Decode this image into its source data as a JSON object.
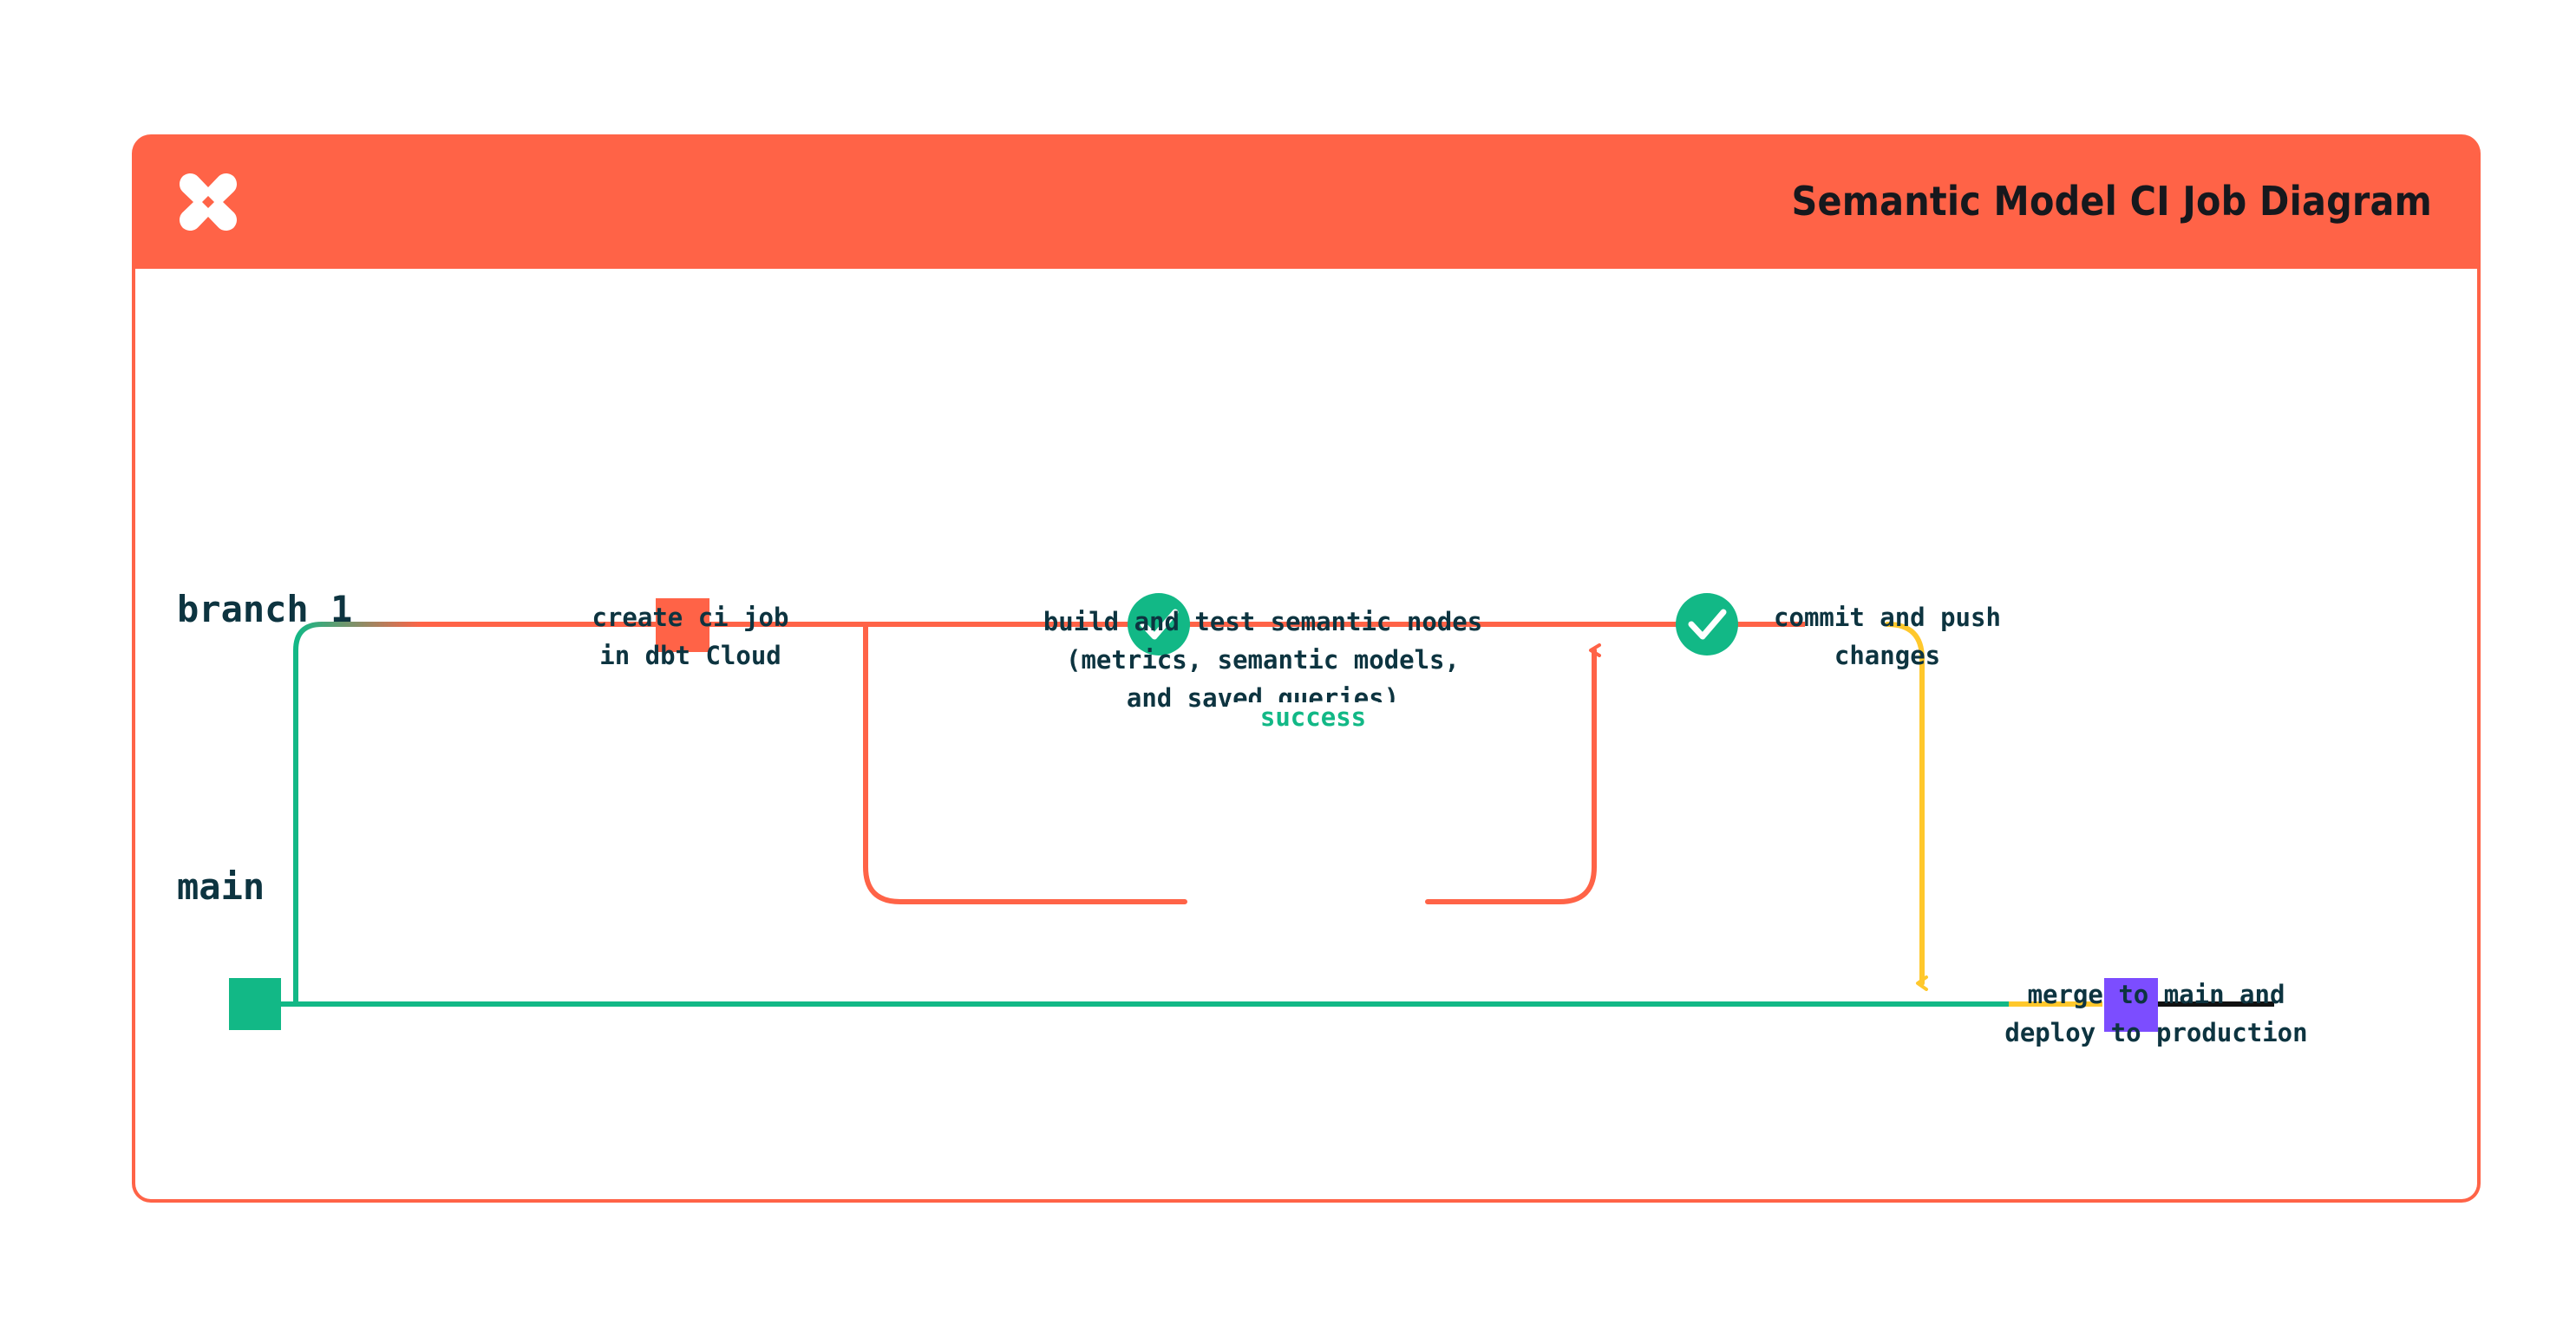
{
  "header": {
    "title": "Semantic Model CI Job Diagram",
    "logo_icon": "dbt-logo-icon",
    "background_color": "#FF6347"
  },
  "lanes": [
    {
      "id": "branch-1",
      "label": "branch 1",
      "marker_color": "#FF6347"
    },
    {
      "id": "main",
      "label": "main",
      "marker_color": "#12B886"
    }
  ],
  "nodes": [
    {
      "id": "create-ci-job",
      "icon": "square-marker",
      "color": "#FF6347",
      "label": "create ci job\nin dbt Cloud"
    },
    {
      "id": "build-and-test",
      "icon": "check-circle-icon",
      "color": "#12B886",
      "label": "build and test semantic nodes\n(metrics, semantic models,\nand saved queries)"
    },
    {
      "id": "commit-and-push",
      "icon": "check-circle-icon",
      "color": "#12B886",
      "label": "commit and push\nchanges"
    },
    {
      "id": "merge-to-main",
      "icon": "square-marker",
      "color": "#7C4DFF",
      "label": "merge to main and\ndeploy to production"
    }
  ],
  "edges": {
    "success_label": "success",
    "success_color": "#12B886"
  },
  "colors": {
    "orange": "#FF6347",
    "green": "#12B886",
    "yellow": "#FFC82C",
    "purple": "#7C4DFF",
    "black": "#111111",
    "text_dark": "#0d3440"
  }
}
